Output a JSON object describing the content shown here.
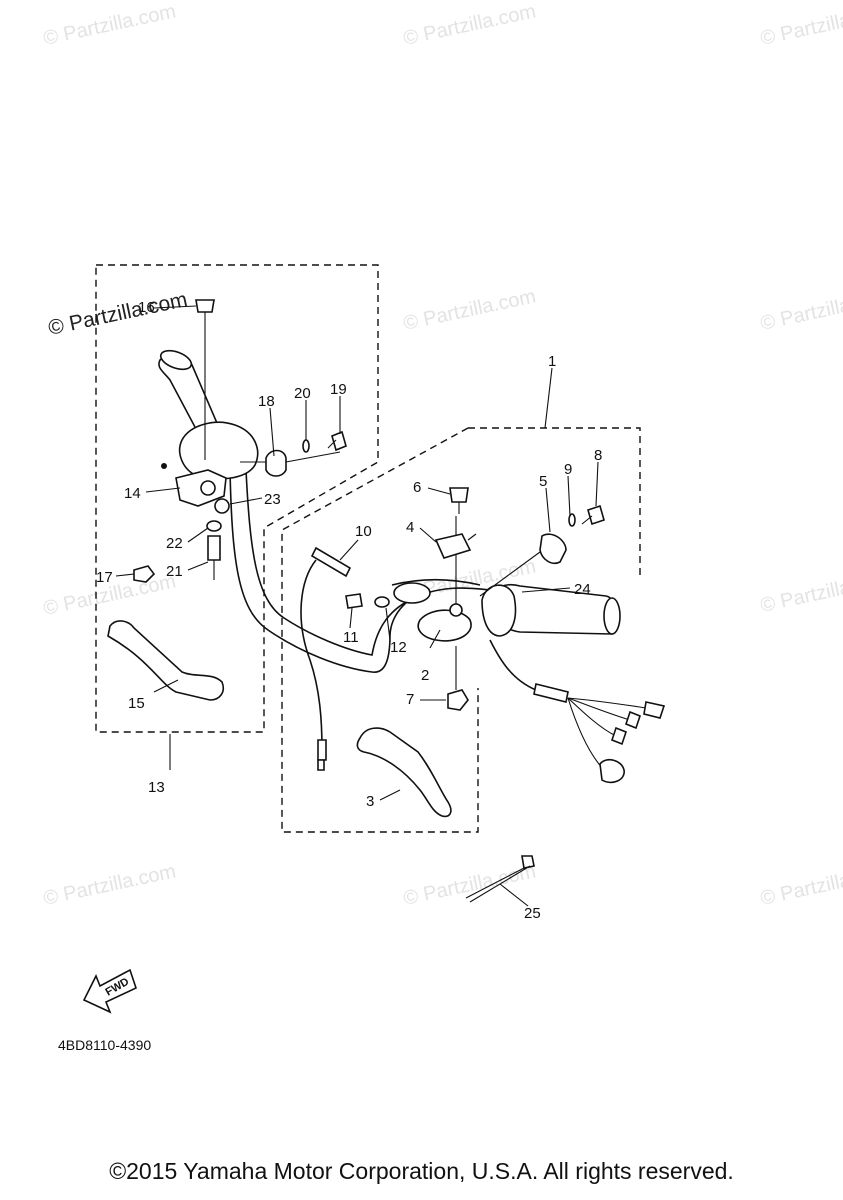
{
  "watermark": "© Partzilla.com",
  "callouts": [
    "1",
    "2",
    "3",
    "4",
    "5",
    "6",
    "7",
    "8",
    "9",
    "10",
    "11",
    "12",
    "13",
    "14",
    "15",
    "16",
    "17",
    "18",
    "19",
    "20",
    "21",
    "22",
    "23",
    "24",
    "25"
  ],
  "fwd_label": "FWD",
  "diagram_code": "4BD8110-4390",
  "copyright": "©2015 Yamaha Motor Corporation, U.S.A. All rights reserved."
}
